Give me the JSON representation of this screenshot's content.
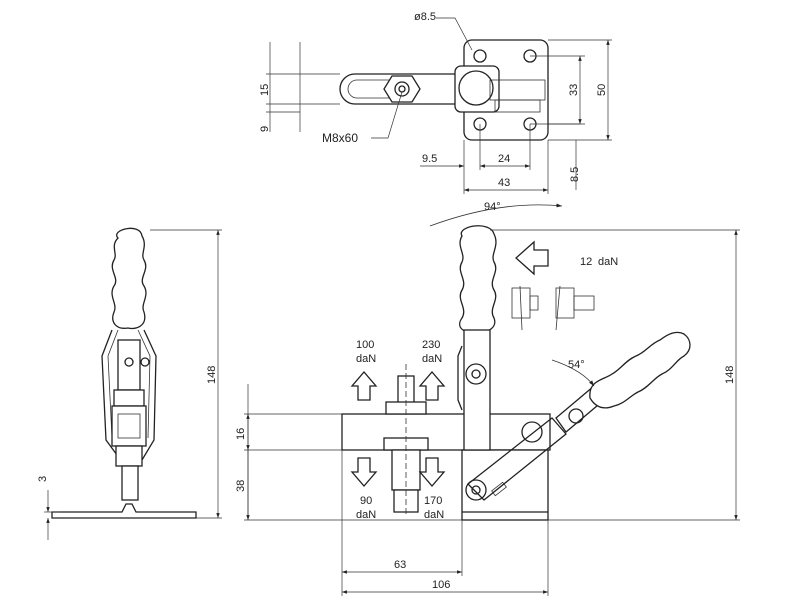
{
  "top_view": {
    "hole_dia": "ø8.5",
    "bolt_spec": "M8x60",
    "dim_15": "15",
    "dim_9": "9",
    "dim_33": "33",
    "dim_50": "50",
    "dim_9_5": "9.5",
    "dim_24": "24",
    "dim_43": "43",
    "dim_8_5": "8.5"
  },
  "side_view": {
    "height_148": "148",
    "dim_3": "3"
  },
  "front_view": {
    "angle_open": "94°",
    "force_hold": "12",
    "force_hold_unit": "daN",
    "angle_handle": "54°",
    "height_148": "148",
    "dim_16": "16",
    "dim_38": "38",
    "dim_63": "63",
    "dim_106": "106",
    "force_up_left": "100",
    "force_up_left_unit": "daN",
    "force_up_right": "230",
    "force_up_right_unit": "daN",
    "force_down_left": "90",
    "force_down_left_unit": "daN",
    "force_down_right": "170",
    "force_down_right_unit": "daN"
  }
}
